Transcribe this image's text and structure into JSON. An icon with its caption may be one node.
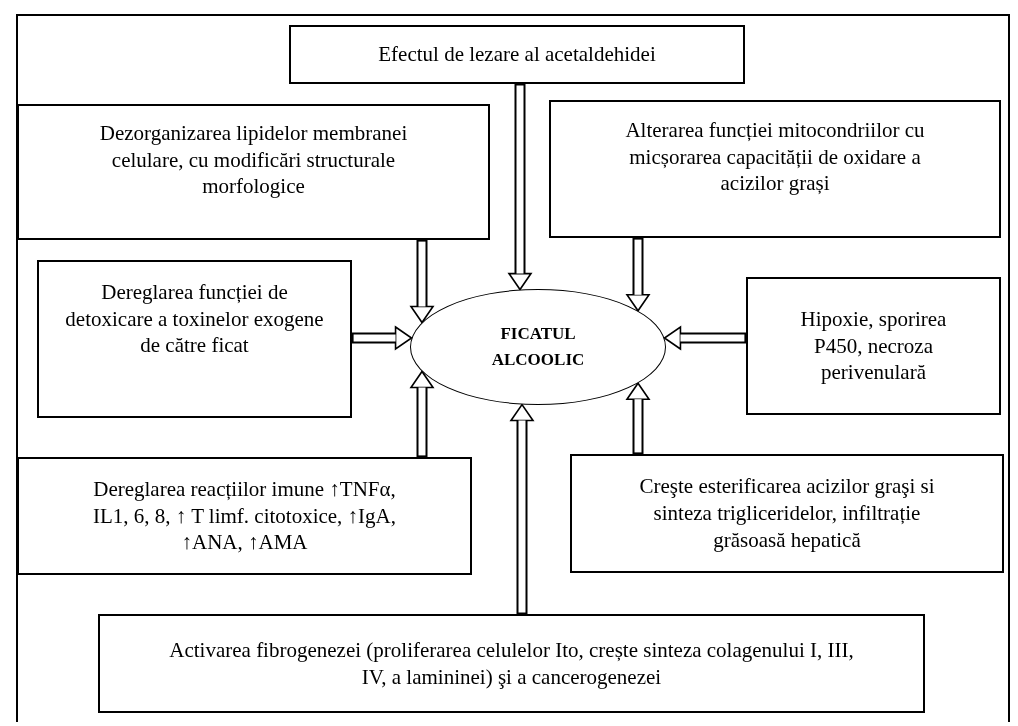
{
  "diagram": {
    "nodes": [
      {
        "text": [
          "Efectul de lezare al acetaldehidei"
        ]
      },
      {
        "text": [
          "Dezorganizarea lipidelor membranei celulare, cu modificări structurale morfologice"
        ]
      },
      {
        "text": [
          "Alterarea funcției mitocondriilor cu micșorarea capacității de oxidare a acizilor grași"
        ]
      },
      {
        "text": [
          "Dereglarea funcției de detoxicare a toxinelor exogene de către ficat"
        ]
      },
      {
        "text": [
          "FICATUL ALCOOLIC"
        ]
      },
      {
        "text": [
          "Hipoxie, sporirea P450,  necroza perivenulară"
        ]
      },
      {
        "text": [
          "Dereglarea reacțiilor imune ↑TNFα, IL1, 6, 8, ↑ T limf. citotoxice, ↑IgA, ↑ANA, ↑AMA"
        ]
      },
      {
        "text": [
          "Creşte esterificarea acizilor graşi si sinteza trigliceridelor, infiltrație grăsoasă hepatică"
        ]
      },
      {
        "text": [
          "Activarea fibrogenezei (proliferarea celulelor Ito, crește sinteza colagenului I, III, IV, a lamininei) şi a cancerogenezei"
        ]
      }
    ],
    "edges": [
      {
        "from": 0,
        "to": 4,
        "arrow": "to"
      },
      {
        "from": 1,
        "to": 4,
        "arrow": "to"
      },
      {
        "from": 2,
        "to": 4,
        "arrow": "to"
      },
      {
        "from": 3,
        "to": 4,
        "arrow": "to"
      },
      {
        "from": 5,
        "to": 4,
        "arrow": "to"
      },
      {
        "from": 6,
        "to": 4,
        "arrow": "to"
      },
      {
        "from": 7,
        "to": 4,
        "arrow": "to"
      },
      {
        "from": 8,
        "to": 4,
        "arrow": "to"
      }
    ]
  }
}
